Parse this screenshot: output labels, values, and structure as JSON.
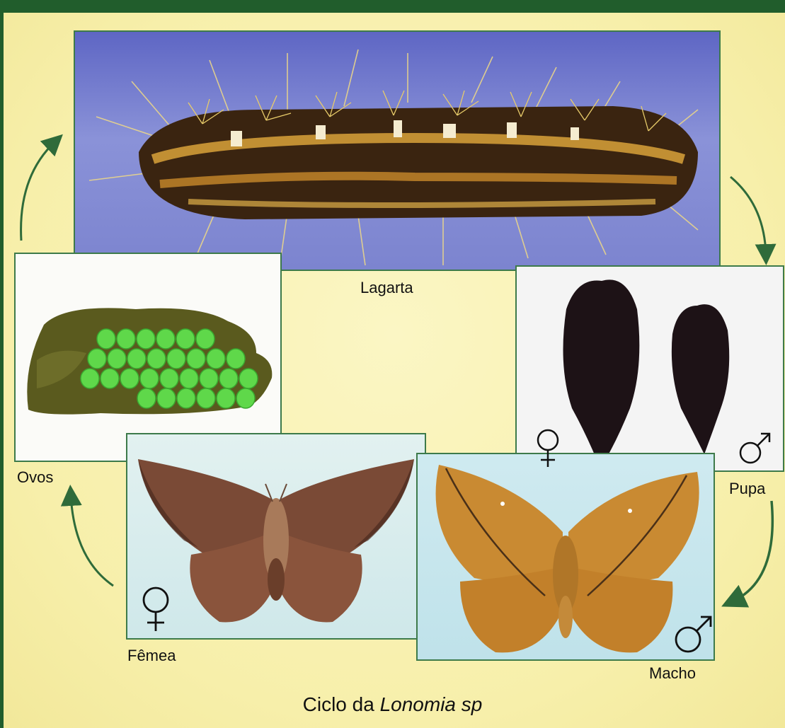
{
  "stages": {
    "lagarta": "Lagarta",
    "pupa": "Pupa",
    "ovos": "Ovos",
    "femea": "Fêmea",
    "macho": "Macho"
  },
  "title": {
    "prefix": "Ciclo da",
    "species": "Lonomia sp"
  },
  "colors": {
    "frame": "#215d2c",
    "background": "#f7efaa",
    "arrow": "#2f6b3a",
    "egg": "#5fd84a"
  }
}
